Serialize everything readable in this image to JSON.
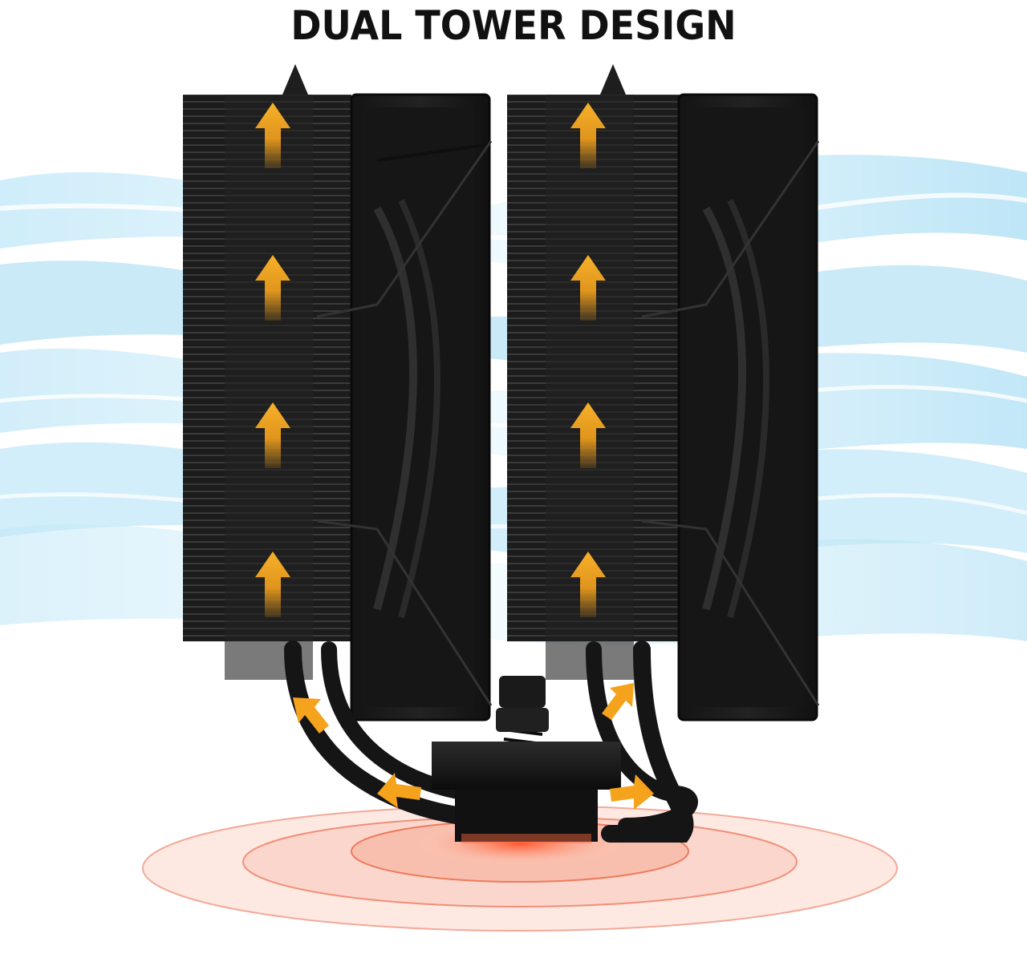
{
  "headline": "DUAL TOWER DESIGN",
  "colors": {
    "airflow_blue": "#9fd8f2",
    "airflow_light": "#e8f7fd",
    "heat_ring": "#f26b50",
    "heat_glow": "#ff3a1a",
    "arrow_orange": "#f5a21c",
    "cooler_black": "#1a1a1a",
    "fin_black": "#2a2a2a",
    "background": "#ffffff"
  },
  "illustration": {
    "subject": "dual-tower CPU air cooler",
    "towers": 2,
    "fans": 2,
    "upward_airflow_arrows_per_tower": 4,
    "heatpipe_arrows": 4,
    "heat_rings": 3
  }
}
